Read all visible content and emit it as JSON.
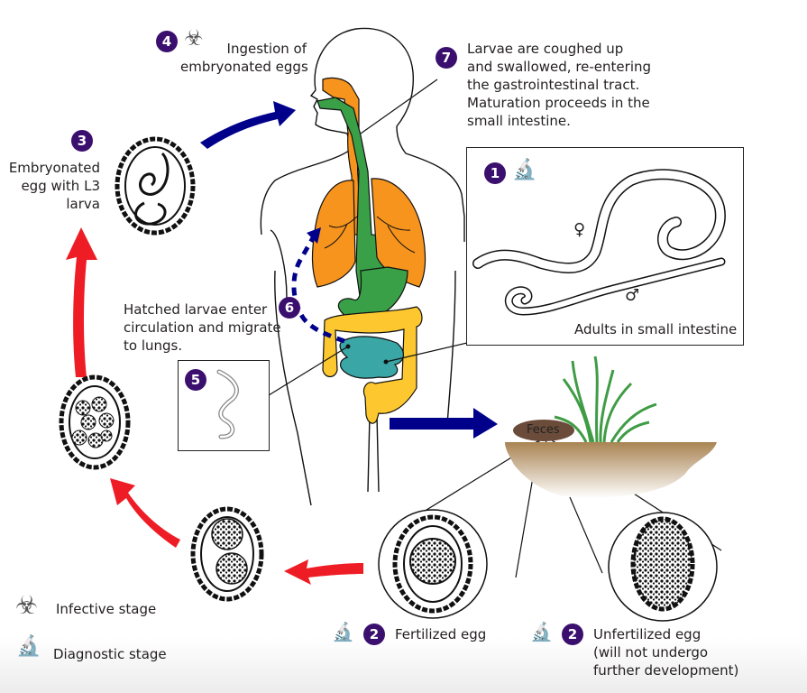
{
  "diagram": {
    "title": "Ascaris lumbricoides life cycle",
    "colors": {
      "badge": "#3b0f6e",
      "cycle_arrow": "#ee1c25",
      "transmission_arrow": "#00008b",
      "lungs": "#f7941d",
      "esophagus": "#39a047",
      "colon": "#fdc82f",
      "small_intestine": "#3aa6a6",
      "feces": "#6b4c3b",
      "soil": "#b08a5c",
      "grass": "#3f9c45"
    },
    "stages": [
      {
        "number": "1",
        "icon": "microscope-icon",
        "label": "Adults in small intestine",
        "female_symbol": "♀",
        "male_symbol": "♂"
      },
      {
        "number": "2",
        "icon": "microscope-icon",
        "label": "Fertilized egg"
      },
      {
        "number": "2",
        "icon": "microscope-icon",
        "label_lines": [
          "Unfertilized egg",
          "(will not undergo",
          "further development)"
        ]
      },
      {
        "number": "3",
        "label_lines": [
          "Embryonated",
          "egg with L3",
          "larva"
        ]
      },
      {
        "number": "4",
        "icon": "biohazard-icon",
        "label_lines": [
          "Ingestion of",
          "embryonated eggs"
        ]
      },
      {
        "number": "5"
      },
      {
        "number": "6",
        "label_lines": [
          "Hatched larvae enter",
          "circulation and migrate",
          "to lungs."
        ]
      },
      {
        "number": "7",
        "label_lines": [
          "Larvae are coughed up",
          "and swallowed, re-entering",
          "the gastrointestinal tract.",
          "Maturation proceeds in the",
          "small intestine."
        ]
      }
    ],
    "feces_label": "Feces",
    "legend": [
      {
        "icon": "biohazard-icon",
        "label": "Infective stage"
      },
      {
        "icon": "microscope-icon",
        "label": "Diagnostic stage"
      }
    ]
  }
}
